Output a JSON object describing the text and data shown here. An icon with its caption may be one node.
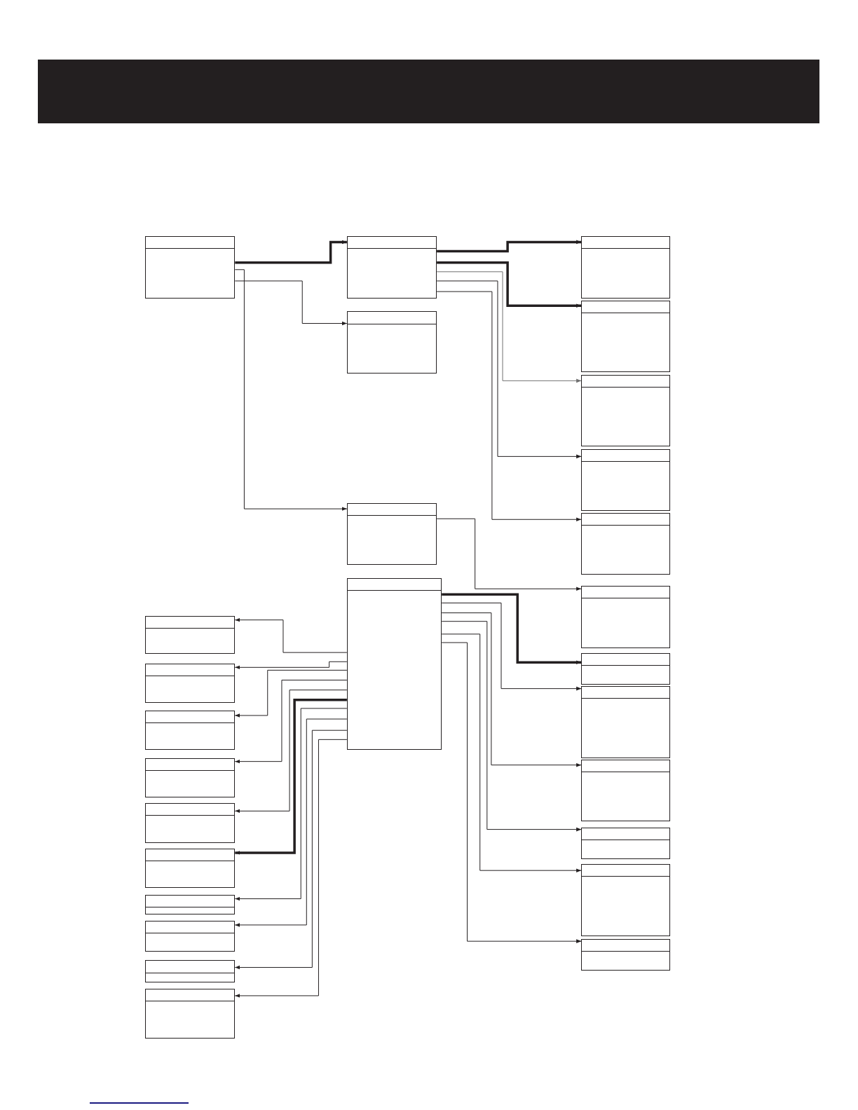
{
  "diagram": {
    "nodes": [
      {
        "text": [],
        "shape": "box"
      },
      {
        "text": [],
        "shape": "box"
      },
      {
        "text": [],
        "shape": "box"
      },
      {
        "text": [],
        "shape": "box"
      },
      {
        "text": [],
        "shape": "box"
      },
      {
        "text": [],
        "shape": "box"
      },
      {
        "text": [],
        "shape": "box"
      },
      {
        "text": [],
        "shape": "box"
      },
      {
        "text": [],
        "shape": "box"
      },
      {
        "text": [],
        "shape": "box"
      },
      {
        "text": [],
        "shape": "box"
      },
      {
        "text": [],
        "shape": "box"
      },
      {
        "text": [],
        "shape": "box"
      },
      {
        "text": [],
        "shape": "box"
      },
      {
        "text": [],
        "shape": "box"
      },
      {
        "text": [],
        "shape": "box"
      },
      {
        "text": [],
        "shape": "box"
      },
      {
        "text": [],
        "shape": "box"
      },
      {
        "text": [],
        "shape": "box"
      },
      {
        "text": [],
        "shape": "box"
      },
      {
        "text": [],
        "shape": "box"
      },
      {
        "text": [],
        "shape": "box"
      },
      {
        "text": [],
        "shape": "box"
      },
      {
        "text": [],
        "shape": "box"
      },
      {
        "text": [],
        "shape": "box"
      },
      {
        "text": [],
        "shape": "box"
      },
      {
        "text": [],
        "shape": "box"
      }
    ],
    "edges": [
      {
        "from": 0,
        "to": 1,
        "arrow": "to",
        "style": "thick"
      },
      {
        "from": 0,
        "to": 2,
        "arrow": "to"
      },
      {
        "from": 0,
        "to": 3,
        "arrow": "to"
      },
      {
        "from": 1,
        "to": 5,
        "arrow": "to",
        "style": "thick"
      },
      {
        "from": 1,
        "to": 6,
        "arrow": "to",
        "style": "thick"
      },
      {
        "from": 1,
        "to": 7,
        "arrow": "to",
        "color": "#707070"
      },
      {
        "from": 1,
        "to": 8,
        "arrow": "to"
      },
      {
        "from": 1,
        "to": 9,
        "arrow": "to"
      },
      {
        "from": 3,
        "to": 10,
        "arrow": "to"
      },
      {
        "from": 4,
        "to": 11,
        "arrow": "to",
        "style": "thick"
      },
      {
        "from": 4,
        "to": 12,
        "arrow": "to"
      },
      {
        "from": 4,
        "to": 13,
        "arrow": "to"
      },
      {
        "from": 4,
        "to": 14,
        "arrow": "to"
      },
      {
        "from": 4,
        "to": 15,
        "arrow": "to"
      },
      {
        "from": 4,
        "to": 16,
        "arrow": "to"
      },
      {
        "from": 4,
        "to": 17,
        "arrow": "to"
      },
      {
        "from": 4,
        "to": 18,
        "arrow": "to"
      },
      {
        "from": 4,
        "to": 19,
        "arrow": "to"
      },
      {
        "from": 4,
        "to": 20,
        "arrow": "to"
      },
      {
        "from": 4,
        "to": 21,
        "arrow": "to"
      },
      {
        "from": 4,
        "to": 22,
        "arrow": "to",
        "style": "thick"
      },
      {
        "from": 4,
        "to": 23,
        "arrow": "to"
      },
      {
        "from": 4,
        "to": 24,
        "arrow": "to"
      },
      {
        "from": 4,
        "to": 25,
        "arrow": "to"
      },
      {
        "from": 4,
        "to": 26,
        "arrow": "to"
      }
    ]
  }
}
